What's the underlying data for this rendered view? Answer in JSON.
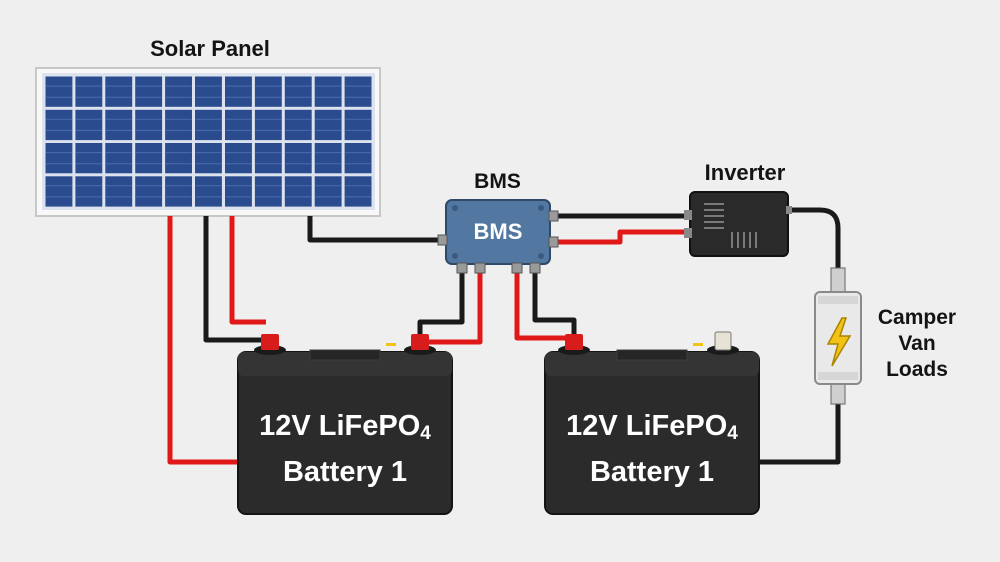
{
  "labels": {
    "solar_panel": "Solar Panel",
    "bms": "BMS",
    "inverter": "Inverter",
    "loads": [
      "Camper",
      "Van",
      "Loads"
    ]
  },
  "bms_box_text": "BMS",
  "batteries": [
    {
      "line1": "12V LiFePO",
      "subscript": "4",
      "line2": "Battery 1"
    },
    {
      "line1": "12V LiFePO",
      "subscript": "4",
      "line2": "Battery 1"
    }
  ],
  "colors": {
    "background": "#efefef",
    "wire_positive": "#e01818",
    "wire_negative": "#1a1a1a",
    "solar_cell": "#2a4c8f",
    "bms_box": "#5277a0",
    "battery_body": "#2b2b2b",
    "terminal_positive": "#d81c1c",
    "fuse_bolt": "#f2c316"
  },
  "icons": [
    "solar-panel-icon",
    "bms-module-icon",
    "inverter-icon",
    "fuse-icon",
    "lightning-bolt-icon",
    "battery-icon"
  ]
}
